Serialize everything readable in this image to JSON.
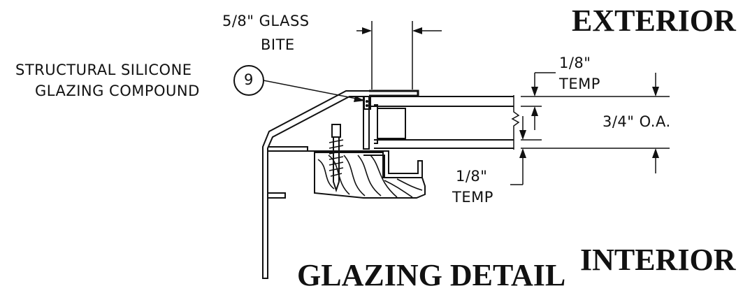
{
  "labels": {
    "exterior": "EXTERIOR",
    "interior": "INTERIOR",
    "title": "GLAZING DETAIL",
    "glass_bite_line1": "5/8\" GLASS",
    "glass_bite_line2": "BITE",
    "silicone_line1": "STRUCTURAL SILICONE",
    "silicone_line2": "GLAZING COMPOUND",
    "callout_number": "9",
    "temp_top_value": "1/8\"",
    "temp_top_label": "TEMP",
    "overall_thickness": "3/4\" O.A.",
    "temp_bottom_value": "1/8\"",
    "temp_bottom_label": "TEMP"
  },
  "colors": {
    "ink": "#111111",
    "background": "#ffffff"
  }
}
